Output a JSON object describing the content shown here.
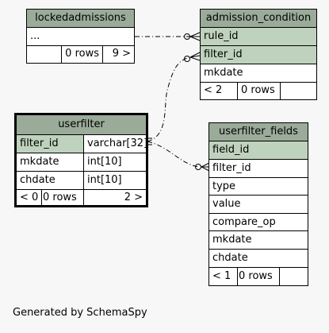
{
  "tables": {
    "lockedadmissions": {
      "name": "lockedadmissions",
      "rows": [
        "..."
      ],
      "stats": {
        "rows_label": "0 rows",
        "children_label": "9 >"
      }
    },
    "admission_condition": {
      "name": "admission_condition",
      "rows": [
        "rule_id",
        "filter_id",
        "mkdate"
      ],
      "stats": {
        "parents_label": "< 2",
        "rows_label": "0 rows"
      }
    },
    "userfilter": {
      "name": "userfilter",
      "rows": [
        {
          "name": "filter_id",
          "type": "varchar[32]"
        },
        {
          "name": "mkdate",
          "type": "int[10]"
        },
        {
          "name": "chdate",
          "type": "int[10]"
        }
      ],
      "stats": {
        "parents_label": "< 0",
        "rows_label": "0 rows",
        "children_label": "2 >"
      }
    },
    "userfilter_fields": {
      "name": "userfilter_fields",
      "rows": [
        "field_id",
        "filter_id",
        "type",
        "value",
        "compare_op",
        "mkdate",
        "chdate"
      ],
      "stats": {
        "parents_label": "< 1",
        "rows_label": "0 rows"
      }
    }
  },
  "footer": "Generated by SchemaSpy",
  "colors": {
    "header": "#9aab99",
    "key_row": "#bfd2bd",
    "background": "#f7f7f7"
  }
}
